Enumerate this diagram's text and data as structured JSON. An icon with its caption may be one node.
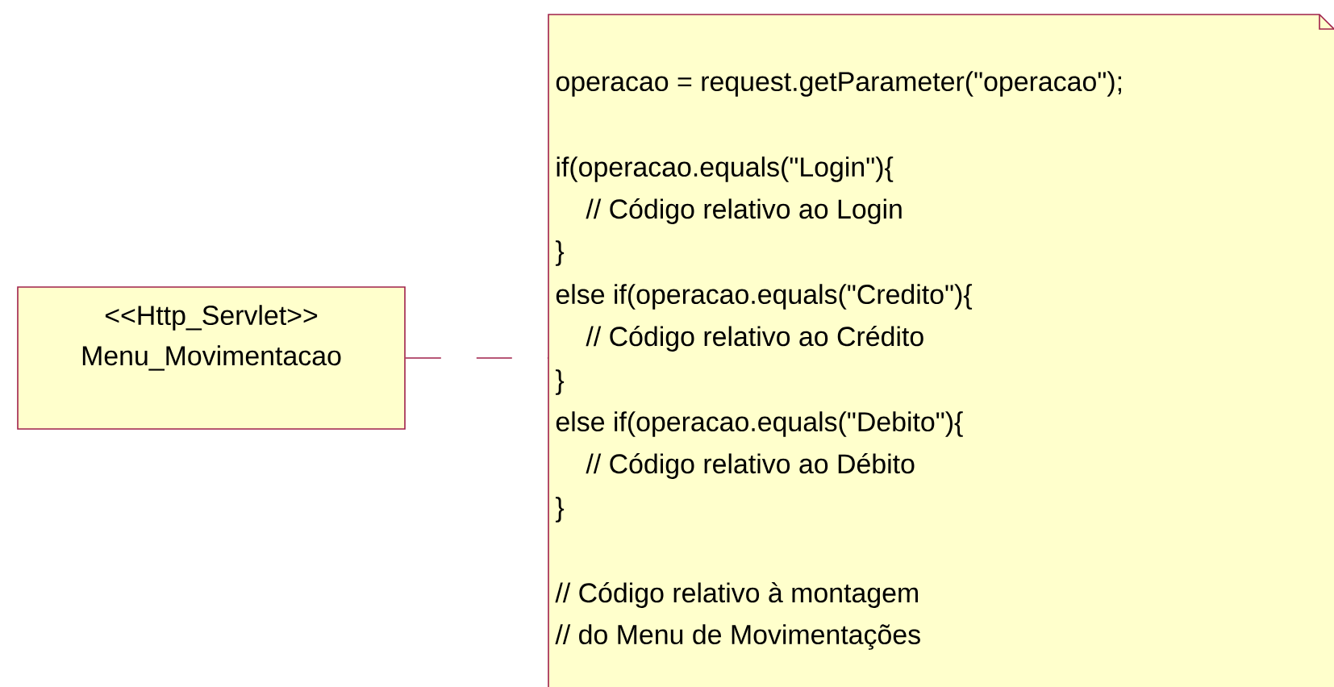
{
  "diagram": {
    "nodes": [
      {
        "text": [
          "<<Http_Servlet>>",
          "Menu_Movimentacao"
        ]
      },
      {
        "text": [
          "operacao = request.getParameter(\"operacao\");",
          "if(operacao.equals(\"Login\"){",
          "// Código relativo ao Login",
          "}",
          "else if(operacao.equals(\"Credito\"){",
          "// Código relativo ao Crédito",
          "}",
          "else if(operacao.equals(\"Debito\"){",
          "// Código relativo ao Débito",
          "}",
          "// Código relativo à montagem",
          "// do Menu de Movimentações"
        ]
      }
    ],
    "edges": [
      {
        "from": 0,
        "to": 1,
        "arrow": "none",
        "style": "dashed"
      }
    ]
  }
}
